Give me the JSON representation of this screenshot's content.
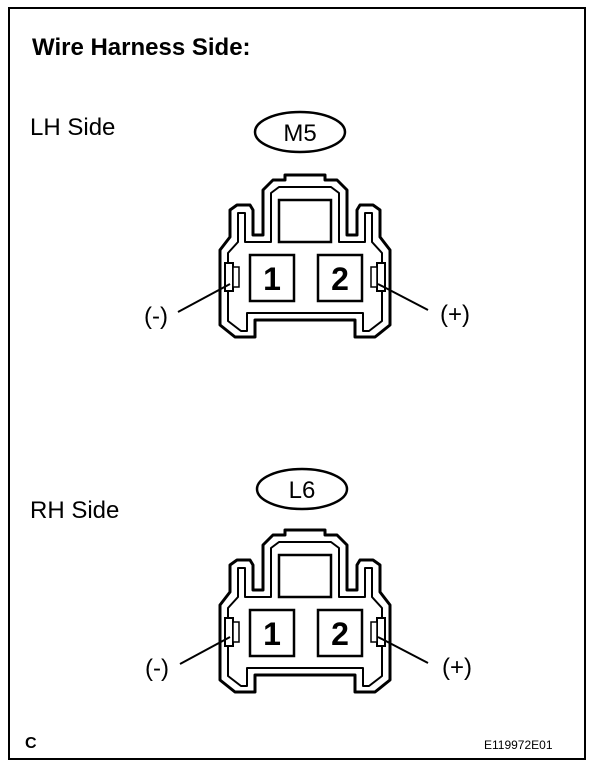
{
  "title": "Wire Harness Side:",
  "connectors": [
    {
      "side_label": "LH Side",
      "connector_id": "M5",
      "pin1": "1",
      "pin2": "2",
      "pin1_polarity": "(-)",
      "pin2_polarity": "(+)"
    },
    {
      "side_label": "RH Side",
      "connector_id": "L6",
      "pin1": "1",
      "pin2": "2",
      "pin1_polarity": "(-)",
      "pin2_polarity": "(+)"
    }
  ],
  "footer": {
    "corner_code": "C",
    "figure_id": "E119972E01"
  }
}
